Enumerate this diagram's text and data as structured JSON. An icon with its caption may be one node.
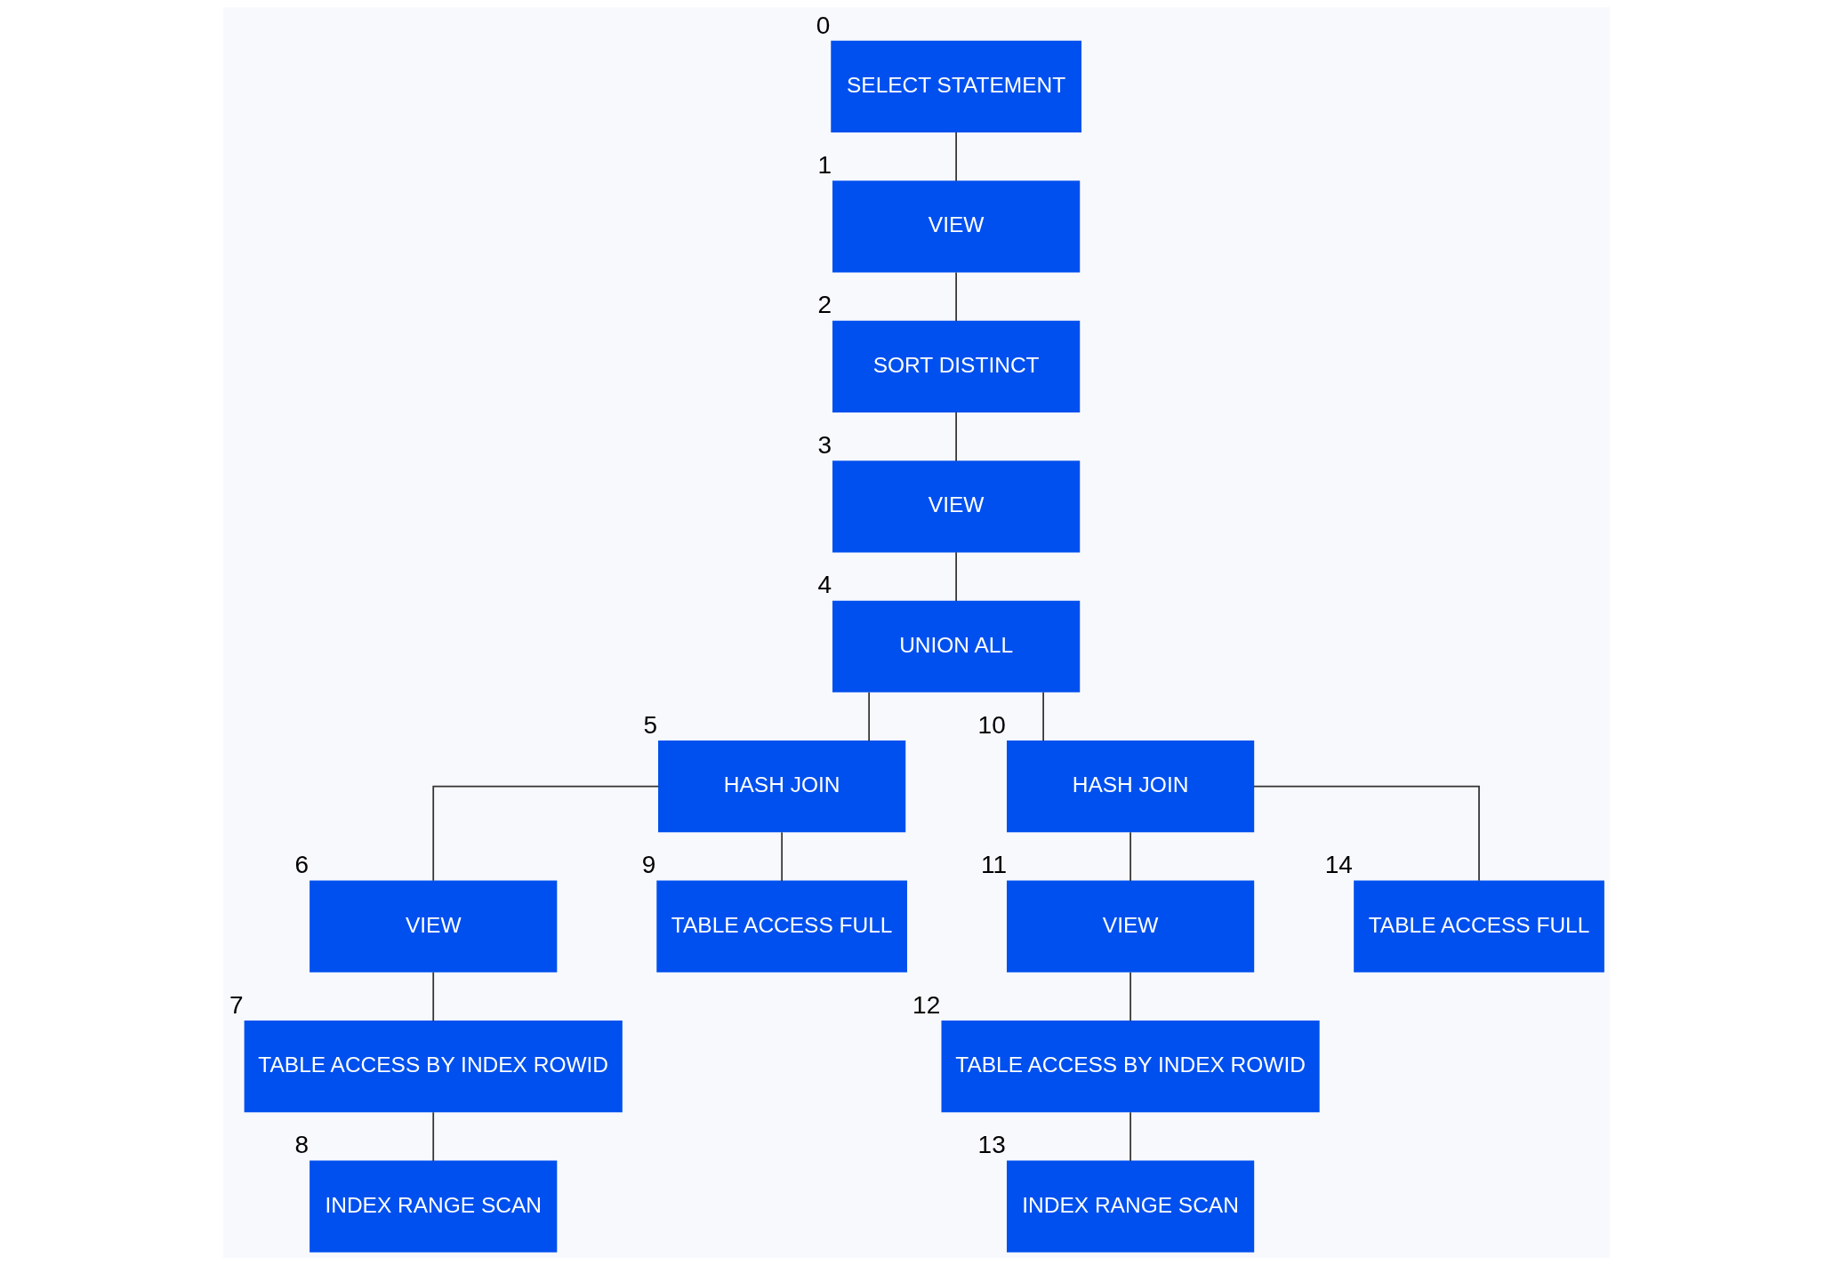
{
  "diagram": {
    "nodes": [
      {
        "text": [
          "SELECT STATEMENT"
        ],
        "beside": [
          "0"
        ]
      },
      {
        "text": [
          "VIEW"
        ],
        "beside": [
          "1"
        ]
      },
      {
        "text": [
          "SORT DISTINCT"
        ],
        "beside": [
          "2"
        ]
      },
      {
        "text": [
          "VIEW"
        ],
        "beside": [
          "3"
        ]
      },
      {
        "text": [
          "UNION ALL"
        ],
        "beside": [
          "4"
        ]
      },
      {
        "text": [
          "HASH JOIN"
        ],
        "beside": [
          "5"
        ]
      },
      {
        "text": [
          "VIEW"
        ],
        "beside": [
          "6"
        ]
      },
      {
        "text": [
          "TABLE ACCESS BY INDEX ROWID"
        ],
        "beside": [
          "7"
        ]
      },
      {
        "text": [
          "INDEX RANGE SCAN"
        ],
        "beside": [
          "8"
        ]
      },
      {
        "text": [
          "TABLE ACCESS FULL"
        ],
        "beside": [
          "9"
        ]
      },
      {
        "text": [
          "HASH JOIN"
        ],
        "beside": [
          "10"
        ]
      },
      {
        "text": [
          "VIEW"
        ],
        "beside": [
          "11"
        ]
      },
      {
        "text": [
          "TABLE ACCESS BY INDEX ROWID"
        ],
        "beside": [
          "12"
        ]
      },
      {
        "text": [
          "INDEX RANGE SCAN"
        ],
        "beside": [
          "13"
        ]
      },
      {
        "text": [
          "TABLE ACCESS FULL"
        ],
        "beside": [
          "14"
        ]
      }
    ],
    "edges": [
      {
        "from": 0,
        "to": 1,
        "arrow": "none"
      },
      {
        "from": 1,
        "to": 2,
        "arrow": "none"
      },
      {
        "from": 2,
        "to": 3,
        "arrow": "none"
      },
      {
        "from": 3,
        "to": 4,
        "arrow": "none"
      },
      {
        "from": 4,
        "to": 5,
        "arrow": "none"
      },
      {
        "from": 4,
        "to": 10,
        "arrow": "none"
      },
      {
        "from": 5,
        "to": 6,
        "arrow": "none"
      },
      {
        "from": 5,
        "to": 9,
        "arrow": "none"
      },
      {
        "from": 6,
        "to": 7,
        "arrow": "none"
      },
      {
        "from": 7,
        "to": 8,
        "arrow": "none"
      },
      {
        "from": 10,
        "to": 11,
        "arrow": "none"
      },
      {
        "from": 10,
        "to": 14,
        "arrow": "none"
      },
      {
        "from": 11,
        "to": 12,
        "arrow": "none"
      },
      {
        "from": 12,
        "to": 13,
        "arrow": "none"
      }
    ]
  }
}
